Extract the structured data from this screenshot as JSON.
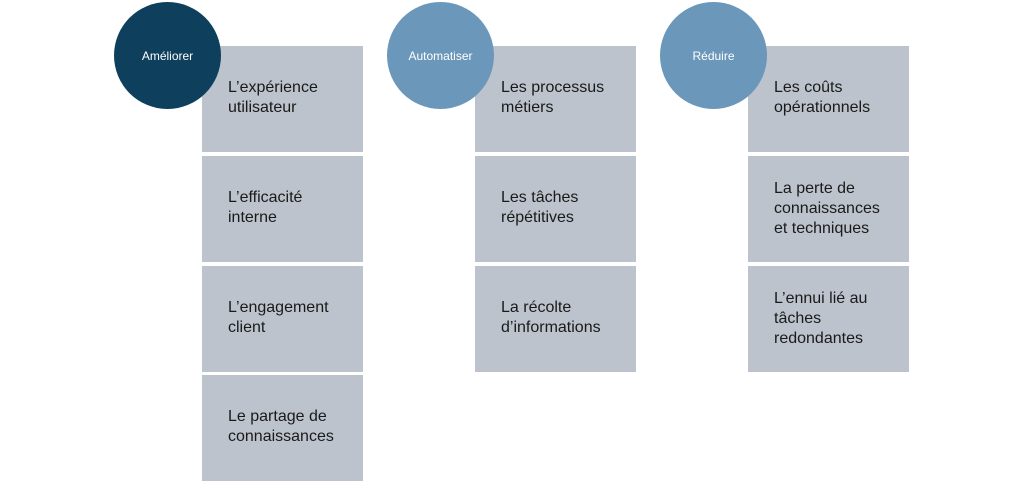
{
  "colors": {
    "circle_dark": "#0e3f5c",
    "circle_light": "#6b97ba",
    "box_fill": "#bcc3cc",
    "box_text": "#1a1a1a"
  },
  "columns": [
    {
      "title": "Améliorer",
      "items": [
        "L’expérience utilisateur",
        "L’efficacité interne",
        "L’engagement client",
        "Le partage de connaissances"
      ]
    },
    {
      "title": "Automatiser",
      "items": [
        "Les processus métiers",
        "Les tâches répétitives",
        "La récolte d’informations"
      ]
    },
    {
      "title": "Réduire",
      "items": [
        "Les coûts opérationnels",
        "La perte de connaissances et techniques",
        "L’ennui lié au tâches redondantes"
      ]
    }
  ]
}
